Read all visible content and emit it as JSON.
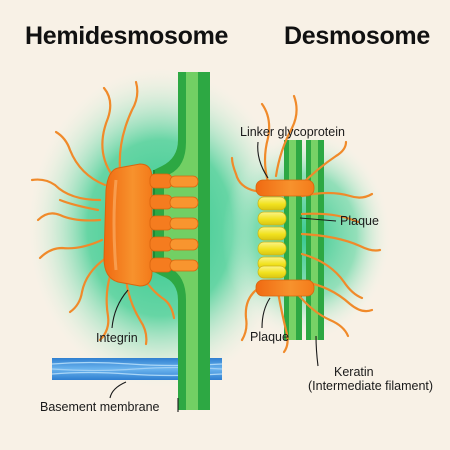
{
  "titles": {
    "hemidesmosome": "Hemidesmosome",
    "desmosome": "Desmosome"
  },
  "labels": {
    "integrin": "Integrin",
    "basement_membrane": "Basement membrane",
    "linker_glycoprotein": "Linker glycoprotein",
    "plaque_right": "Plaque",
    "plaque_bottom": "Plaque",
    "keratin": "Keratin",
    "intermediate_filament": "(Intermediate filament)"
  },
  "colors": {
    "background": "#f8f1e6",
    "cytoplasm_glow": "#26c88e",
    "membrane_green": "#2fa845",
    "membrane_light": "#7fd66a",
    "plaque_orange": "#f57c1f",
    "keratin_orange": "#f08a2a",
    "linker_yellow": "#f3e62a",
    "basement_blue": "#3f95e0"
  }
}
